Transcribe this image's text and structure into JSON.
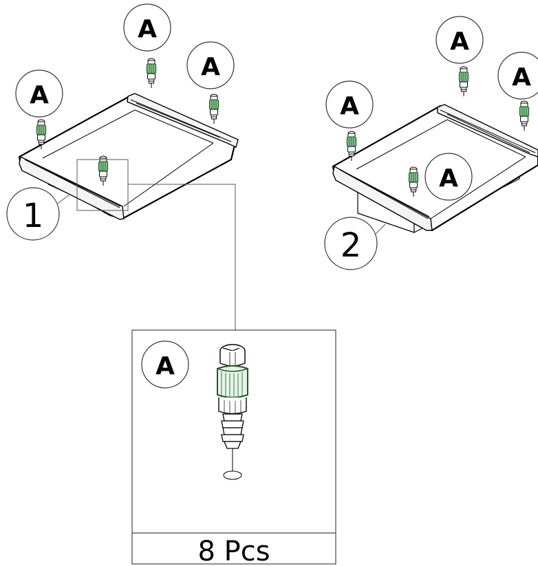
{
  "diagram": {
    "part_callout": "A",
    "step_1_label": "1",
    "step_2_label": "2",
    "quantity_label": "8 Pcs"
  },
  "colors": {
    "line": "#000000",
    "dowel_green": "#2e7d3a",
    "dowel_green_light": "#7fbf84",
    "background": "#ffffff"
  },
  "icons": {
    "part": "cam-dowel-icon"
  }
}
